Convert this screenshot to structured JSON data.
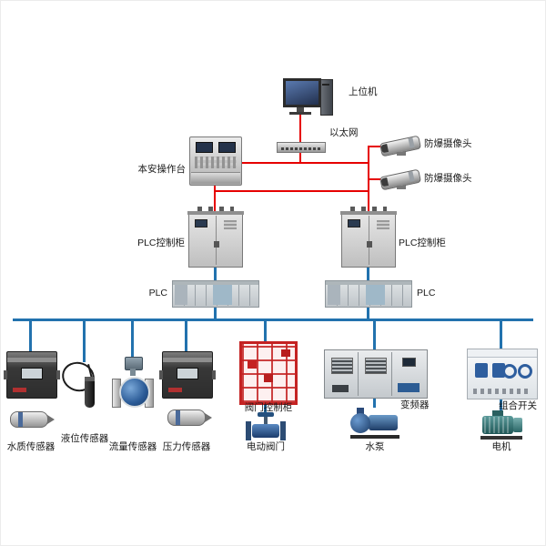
{
  "colors": {
    "ethernet_line": "#e60000",
    "fieldbus_line": "#2272ae"
  },
  "nodes": {
    "host_pc": {
      "label": "上位机"
    },
    "ethernet_switch": {
      "label": "以太网"
    },
    "console": {
      "label": "本安操作台"
    },
    "camera_top": {
      "label": "防爆摄像头"
    },
    "camera_bottom": {
      "label": "防爆摄像头"
    },
    "plc_cabinet_left": {
      "label": "PLC控制柜"
    },
    "plc_cabinet_right": {
      "label": "PLC控制柜"
    },
    "plc_left": {
      "label": "PLC"
    },
    "plc_right": {
      "label": "PLC"
    },
    "water_quality_sensor": {
      "label": "水质传感器"
    },
    "level_sensor": {
      "label": "液位传感器"
    },
    "flow_sensor": {
      "label": "流量传感器"
    },
    "pressure_sensor": {
      "label": "压力传感器"
    },
    "valve_control_cabinet": {
      "label": "阀门控制柜"
    },
    "electric_valve": {
      "label": "电动阀门"
    },
    "vfd": {
      "label": "变频器"
    },
    "water_pump": {
      "label": "水泵"
    },
    "combination_switch": {
      "label": "组合开关"
    },
    "motor": {
      "label": "电机"
    }
  }
}
